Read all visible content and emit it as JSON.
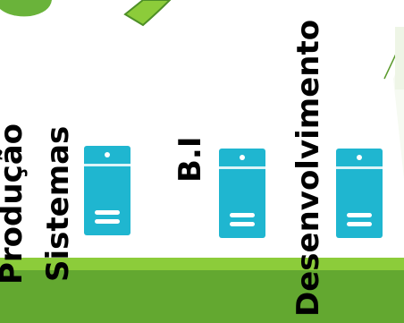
{
  "diagram": {
    "labels": {
      "producao": "Produção",
      "sistemas": "Sistemas",
      "bi": "B.I",
      "desenvolvimento": "Desenvolvimento"
    },
    "servers": [
      {
        "name": "server-sistemas"
      },
      {
        "name": "server-bi"
      },
      {
        "name": "server-desenvolvimento"
      }
    ],
    "colors": {
      "server": "#1fb6d0",
      "server_light": "#ffffff",
      "ground_top": "#8ccc3a",
      "ground": "#63a830",
      "leaf": "#6ab33a",
      "leaf_outline": "#4e8f27"
    }
  }
}
